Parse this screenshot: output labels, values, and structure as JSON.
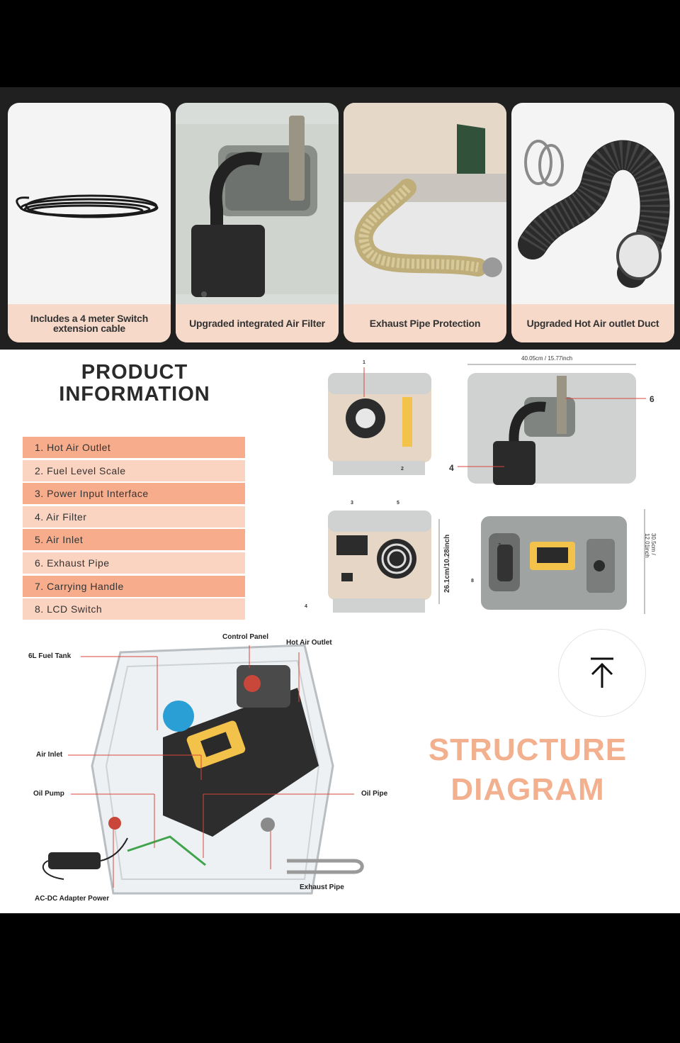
{
  "feature_cards": [
    {
      "caption": "Includes a 4 meter Switch extension cable",
      "icon": "cable-coil"
    },
    {
      "caption": "Upgraded integrated Air Filter",
      "icon": "air-filter"
    },
    {
      "caption": "Exhaust Pipe Protection",
      "icon": "exhaust-sleeve"
    },
    {
      "caption": "Upgraded Hot Air outlet Duct",
      "icon": "air-duct"
    }
  ],
  "product_info": {
    "title_line1": "PRODUCT",
    "title_line2": "INFORMATION",
    "items": [
      "1. Hot Air Outlet",
      "2. Fuel Level Scale",
      "3. Power Input Interface",
      "4. Air Filter",
      "5. Air Inlet",
      "6. Exhaust Pipe",
      "7. Carrying Handle",
      "8. LCD Switch"
    ],
    "dimensions": {
      "width": "40.05cm / 15.77inch",
      "height": "26.1cm/10.28inch",
      "depth": "30.5cm / 12.01inch"
    },
    "callouts": {
      "c1": "1",
      "c2": "2",
      "c3": "3",
      "c4": "4",
      "c4b": "4",
      "c5": "5",
      "c6": "6",
      "c7": "7",
      "c8": "8"
    }
  },
  "structure": {
    "title_line1": "STRUCTURE",
    "title_line2": "DIAGRAM",
    "labels": {
      "control_panel": "Control Panel",
      "hot_air_outlet": "Hot Air Outlet",
      "fuel_tank": "6L Fuel Tank",
      "air_inlet": "Air Inlet",
      "oil_pump": "Oil Pump",
      "oil_pipe": "Oil Pipe",
      "adapter": "AC-DC Adapter Power",
      "exhaust_pipe": "Exhaust Pipe"
    }
  },
  "scroll_top": {
    "icon": "arrow-up-to-top-icon"
  },
  "colors": {
    "accent": "#f3b08e",
    "list_dark": "#f7ad8c",
    "list_light": "#fbd3c1",
    "caption_bg": "#f6d9c8",
    "leader": "#d9463b"
  }
}
